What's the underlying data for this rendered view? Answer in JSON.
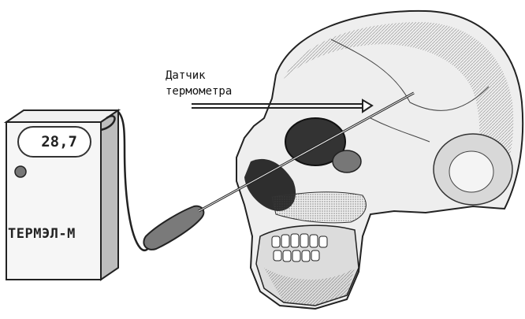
{
  "device": {
    "display_value": "28,7",
    "name": "ТЕРМЭЛ-М"
  },
  "sensor": {
    "label_line1": "Датчик",
    "label_line2": "термометра"
  },
  "colors": {
    "line": "#222222",
    "skull_shade": "#cfcfcf",
    "probe_handle": "#7a7a7a"
  }
}
